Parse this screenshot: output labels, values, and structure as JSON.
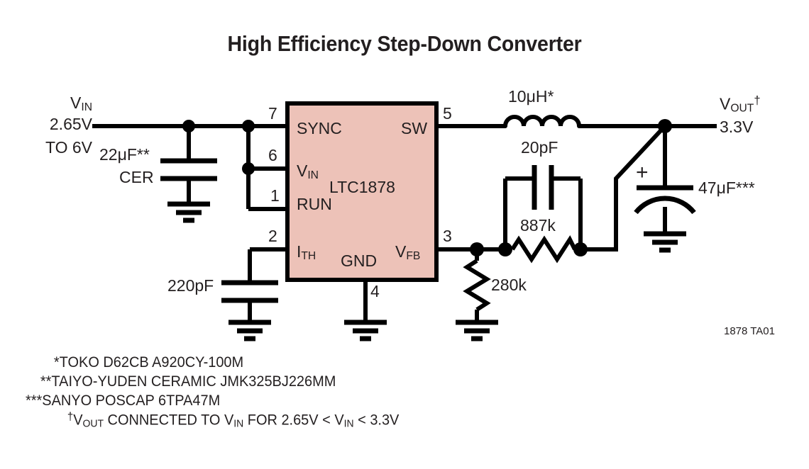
{
  "figure": {
    "title": "High Efficiency Step-Down Converter",
    "reference_code": "1878 TA01",
    "ic_fill_color": "#edc2b8",
    "line_color": "#000000",
    "text_color": "#231f20"
  },
  "ic": {
    "part_number": "LTC1878",
    "gnd_label": "GND",
    "pins": [
      {
        "number": "7",
        "name": "SYNC",
        "side": "left"
      },
      {
        "number": "6",
        "name": "V",
        "sub": "IN",
        "side": "left"
      },
      {
        "number": "1",
        "name": "RUN",
        "side": "left"
      },
      {
        "number": "2",
        "name": "I",
        "sub": "TH",
        "side": "left"
      },
      {
        "number": "5",
        "name": "SW",
        "side": "right"
      },
      {
        "number": "3",
        "name": "V",
        "sub": "FB",
        "side": "right"
      },
      {
        "number": "4",
        "name": "GND",
        "side": "bottom"
      }
    ]
  },
  "nets": {
    "input": {
      "name": "V",
      "sub": "IN",
      "range_line1": "2.65V",
      "range_line2": "TO 6V"
    },
    "output": {
      "name": "V",
      "sub": "OUT",
      "sup": "†",
      "voltage": "3.3V"
    }
  },
  "components": [
    {
      "ref": "c-in",
      "value": "22μF**",
      "value2": "CER",
      "type": "capacitor"
    },
    {
      "ref": "c-ith",
      "value": "220pF",
      "type": "capacitor"
    },
    {
      "ref": "l-out",
      "value": "10μH*",
      "type": "inductor"
    },
    {
      "ref": "c-ff",
      "value": "20pF",
      "type": "capacitor"
    },
    {
      "ref": "r-top",
      "value": "887k",
      "type": "resistor"
    },
    {
      "ref": "r-bot",
      "value": "280k",
      "type": "resistor"
    },
    {
      "ref": "c-out",
      "value": "47μF***",
      "type": "capacitor-polarized",
      "polarity": "+"
    }
  ],
  "labels": {
    "cin_value": "22μF**",
    "cin_type": "CER",
    "cith_value": "220pF",
    "inductor_value": "10μH*",
    "cff_value": "20pF",
    "rtop_value": "887k",
    "rbot_value": "280k",
    "cout_value": "47μF***",
    "cout_plus": "+"
  },
  "footnotes": [
    {
      "marker": "*",
      "text": "TOKO D62CB A920CY-100M"
    },
    {
      "marker": "**",
      "text": "TAIYO-YUDEN CERAMIC JMK325BJ226MM"
    },
    {
      "marker": "***",
      "text": "SANYO POSCAP 6TPA47M"
    },
    {
      "marker": "†",
      "text_before": "CONNECTED TO",
      "text_after": "FOR 2.65V <",
      "text_end": "< 3.3V"
    }
  ],
  "footnote_lines": {
    "line1": "*TOKO D62CB A920CY-100M",
    "line2": "**TAIYO-YUDEN CERAMIC JMK325BJ226MM",
    "line3": "***SANYO POSCAP 6TPA47M",
    "line4_marker": "†",
    "line4_v1": "V",
    "line4_v1sub": "OUT",
    "line4_mid": " CONNECTED TO ",
    "line4_v2": "V",
    "line4_v2sub": "IN",
    "line4_mid2": " FOR 2.65V < ",
    "line4_v3": "V",
    "line4_v3sub": "IN",
    "line4_end": " < 3.3V"
  }
}
